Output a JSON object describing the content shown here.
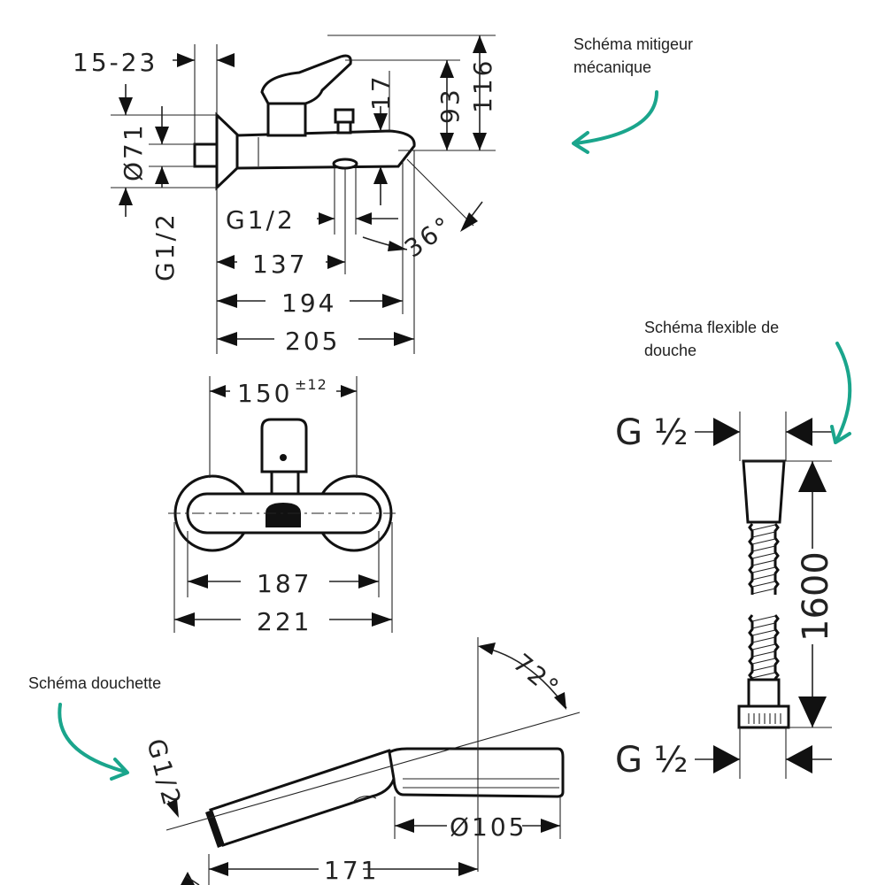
{
  "notes": {
    "mixer": [
      "Schéma mitigeur",
      "mécanique"
    ],
    "hose": [
      "Schéma flexible de",
      "douche"
    ],
    "handshower": [
      "Schéma douchette"
    ]
  },
  "mixer_side": {
    "d_15_23": "15-23",
    "d_93": "93",
    "d_116": "116",
    "d_17": "17",
    "d_71": "Ø71",
    "d_g12_vertical": "G1/2",
    "d_g12_outlet": "G1/2",
    "d_36": "36°",
    "d_137": "137",
    "d_194": "194",
    "d_205": "205"
  },
  "mixer_front": {
    "d_150": "150",
    "d_150_tol": "±12",
    "d_187": "187",
    "d_221": "221"
  },
  "hose": {
    "d_g_top": "G ½",
    "d_g_bottom": "G ½",
    "d_1600": "1600"
  },
  "handshower": {
    "d_72": "72°",
    "d_g12": "G1/2",
    "d_105": "Ø105",
    "d_171": "171"
  },
  "colors": {
    "accent": "#1aa58c",
    "line": "#222222"
  }
}
